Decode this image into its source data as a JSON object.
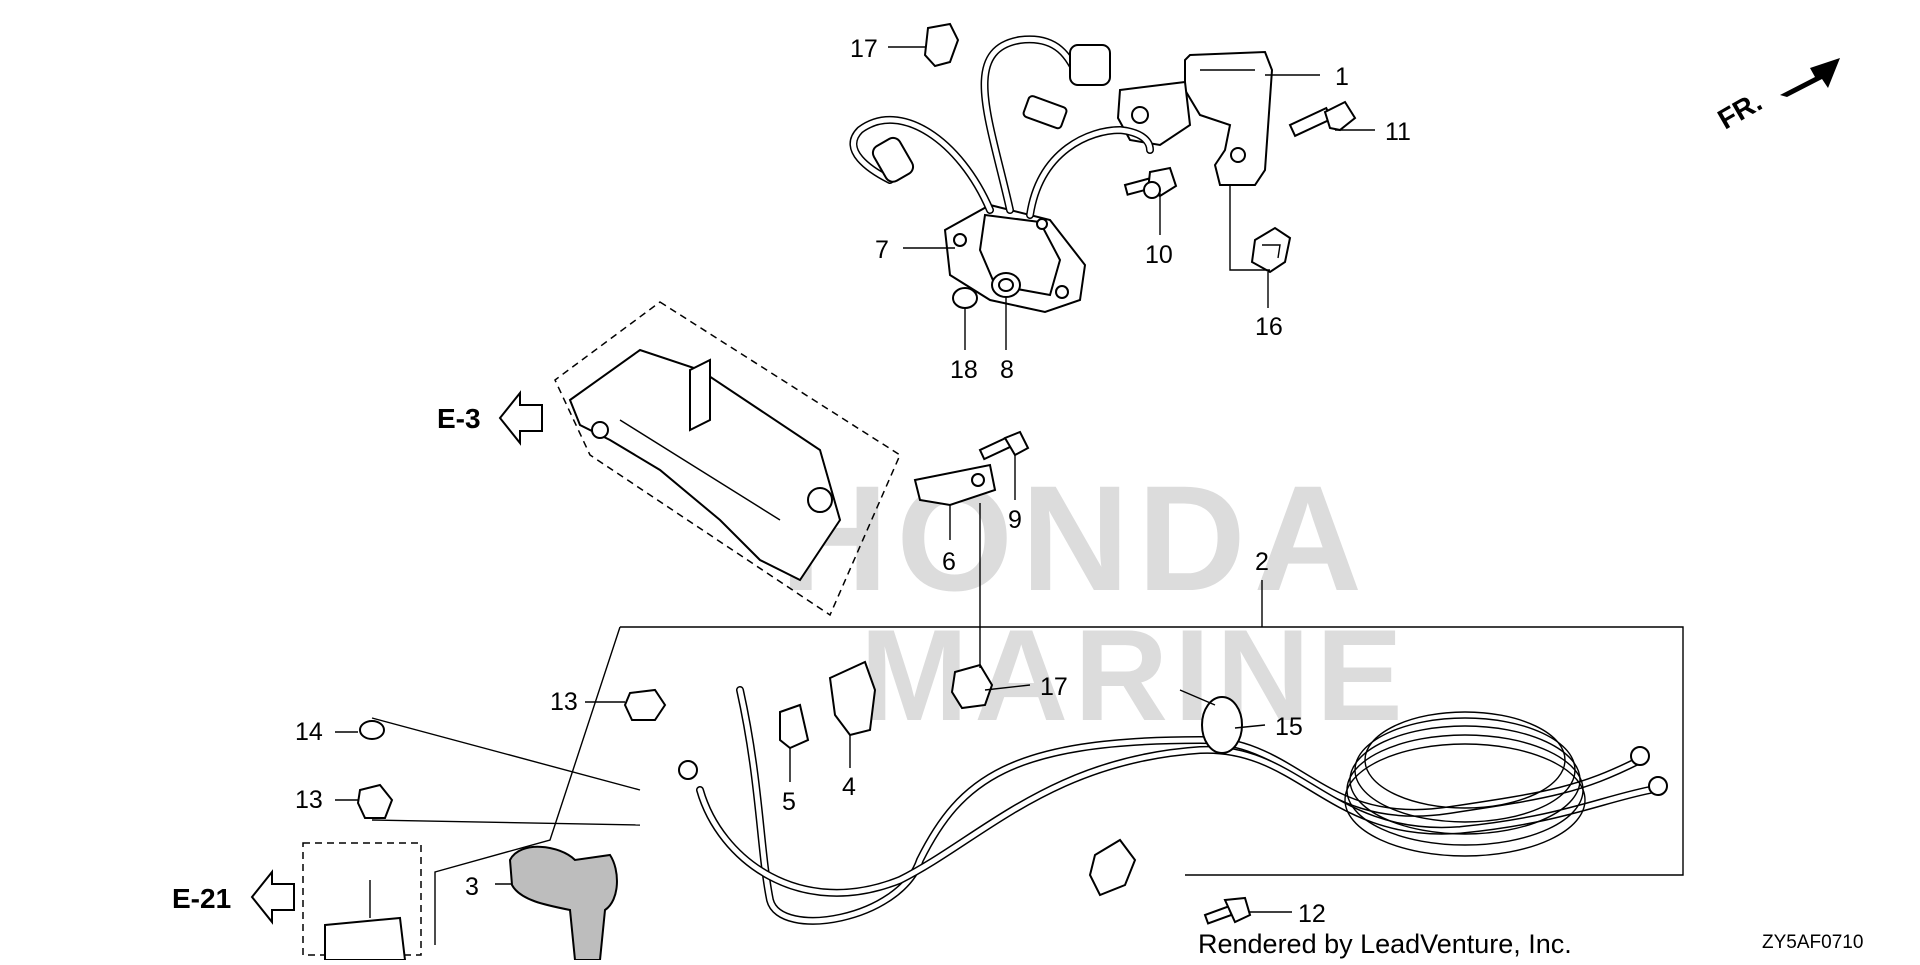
{
  "diagram": {
    "orientation_label": "FR.",
    "navigation": [
      {
        "id": "e3",
        "label": "E-3"
      },
      {
        "id": "e21",
        "label": "E-21"
      }
    ],
    "callouts": {
      "p1": "1",
      "p2": "2",
      "p3": "3",
      "p4": "4",
      "p5": "5",
      "p6": "6",
      "p7": "7",
      "p8": "8",
      "p9": "9",
      "p10": "10",
      "p11": "11",
      "p12": "12",
      "p13a": "13",
      "p13b": "13",
      "p14": "14",
      "p15": "15",
      "p16": "16",
      "p17a": "17",
      "p17b": "17",
      "p18": "18"
    },
    "watermark": [
      "HONDA",
      "MARINE"
    ],
    "footer": {
      "rendered_by": "Rendered by LeadVenture, Inc.",
      "diagram_code": "ZY5AF0710"
    }
  }
}
